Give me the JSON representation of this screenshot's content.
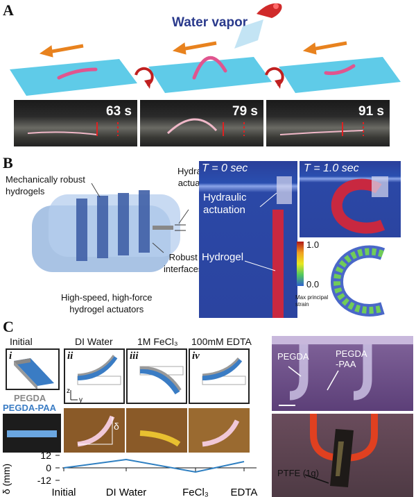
{
  "panelA": {
    "letter": "A",
    "vapor_label": "Water vapor",
    "times": [
      "63 s",
      "79 s",
      "91 s"
    ]
  },
  "panelB": {
    "letter": "B",
    "label_hydrogels": "Mechanically robust\nhydrogels",
    "label_hydraulic": "Hydraulic\nactuation",
    "label_interfaces": "Robust\ninterfaces",
    "caption": "High-speed, high-force\nhydrogel actuators",
    "photo1_time": "T = 0 sec",
    "photo2_time": "T = 1.0 sec",
    "photo1_hydraulic": "Hydraulic\nactuation",
    "photo1_hydrogel": "Hydrogel",
    "colorbar_max": "1.0",
    "colorbar_min": "0.0",
    "colorbar_label": "Max principal\nstrain"
  },
  "panelC": {
    "letter": "C",
    "headers": [
      "Initial",
      "DI Water",
      "1M FeCl₃",
      "100mM EDTA"
    ],
    "romans": [
      "i",
      "ii",
      "iii",
      "iv"
    ],
    "pegda": "PEGDA",
    "pegda_paa": "PEGDA-PAA",
    "delta": "δ",
    "axis": {
      "z": "z",
      "y": "y"
    },
    "plot": {
      "ylabel": "δ (mm)",
      "yticks": [
        "12",
        "0",
        "-12"
      ],
      "categories": [
        "Initial",
        "DI Water",
        "FeCl₃",
        "EDTA"
      ]
    },
    "photo_pegda": "PEGDA",
    "photo_pegda_paa": "PEGDA\n-PAA",
    "ptfe": "PTFE (1g)"
  },
  "chart_data": {
    "type": "line",
    "categories": [
      "Initial",
      "DI Water",
      "FeCl₃",
      "EDTA"
    ],
    "values": [
      0,
      8,
      -4,
      6
    ],
    "ylabel": "δ (mm)",
    "ylim": [
      -12,
      12
    ],
    "color": "#2e7fc1"
  }
}
